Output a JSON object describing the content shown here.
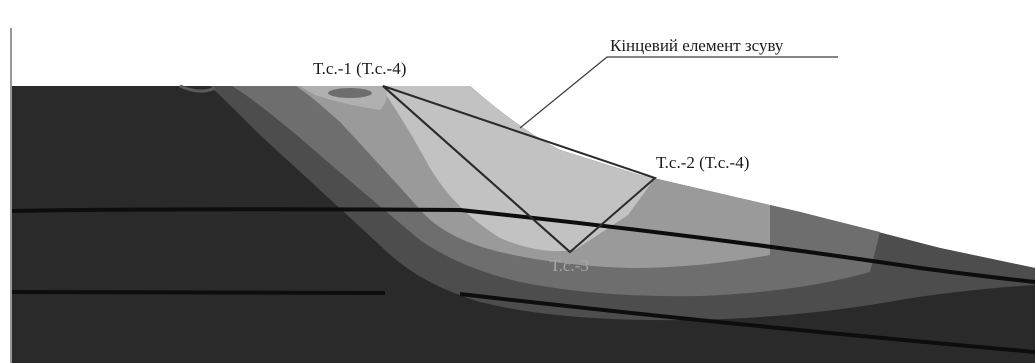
{
  "labels": {
    "point1": "Т.с.-1 (Т.с.-4)",
    "point2": "Т.с.-2  (Т.с.-4)",
    "point3": "Т.с.-3",
    "landslide_element": "Кінцевий елемент зсуву"
  },
  "colors": {
    "background": "#ffffff",
    "ground_dark": "#2a2a2a",
    "zone_outer": "#4d4d4d",
    "zone_mid": "#6e6e6e",
    "zone_inner": "#9a9a9a",
    "zone_core": "#c2c2c2",
    "zone_top": "#b0b0b0",
    "layer_line": "#0d0d0d",
    "triangle_line": "#2b2b2b"
  }
}
